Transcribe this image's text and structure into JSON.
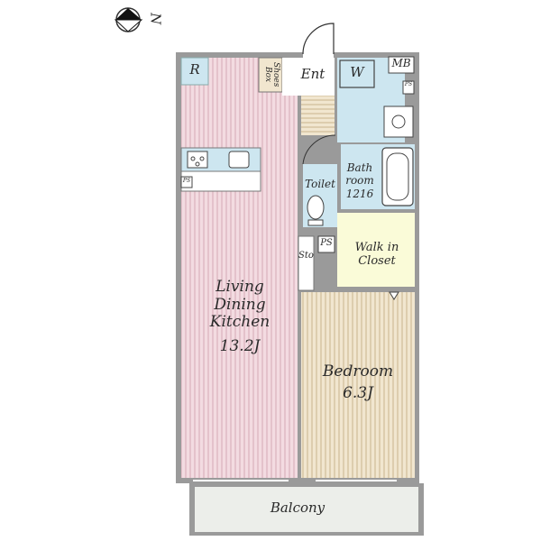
{
  "compass": {
    "label": "N",
    "icon": "north-arrow-icon"
  },
  "rooms": {
    "ldk": {
      "name": "Living\nDining\nKitchen",
      "size": "13.2J"
    },
    "bedroom": {
      "name": "Bedroom",
      "size": "6.3J"
    },
    "bathroom": {
      "name": "Bath\nroom",
      "size": "1216"
    },
    "walk_in_closet": {
      "name": "Walk in\nCloset"
    },
    "entrance": {
      "name": "Ent"
    },
    "toilet": {
      "name": "Toilet"
    },
    "storage": {
      "name": "Sto"
    },
    "balcony": {
      "name": "Balcony"
    },
    "shoes_box": {
      "name": "Shoes\nBox"
    }
  },
  "fixtures": {
    "refrigerator": "R",
    "washer": "W",
    "meter_box": "MB",
    "pipe_space": "PS"
  },
  "colors": {
    "ldk_floor": "#f3dbe1",
    "ldk_stripe": "#d7b2bb",
    "bedroom_floor": "#f1e6cf",
    "bedroom_stripe": "#cdbb98",
    "wet_area": "#cde6f0",
    "closet": "#fafbd8",
    "wall": "#9a9a9a",
    "balcony": "#eceeea"
  }
}
